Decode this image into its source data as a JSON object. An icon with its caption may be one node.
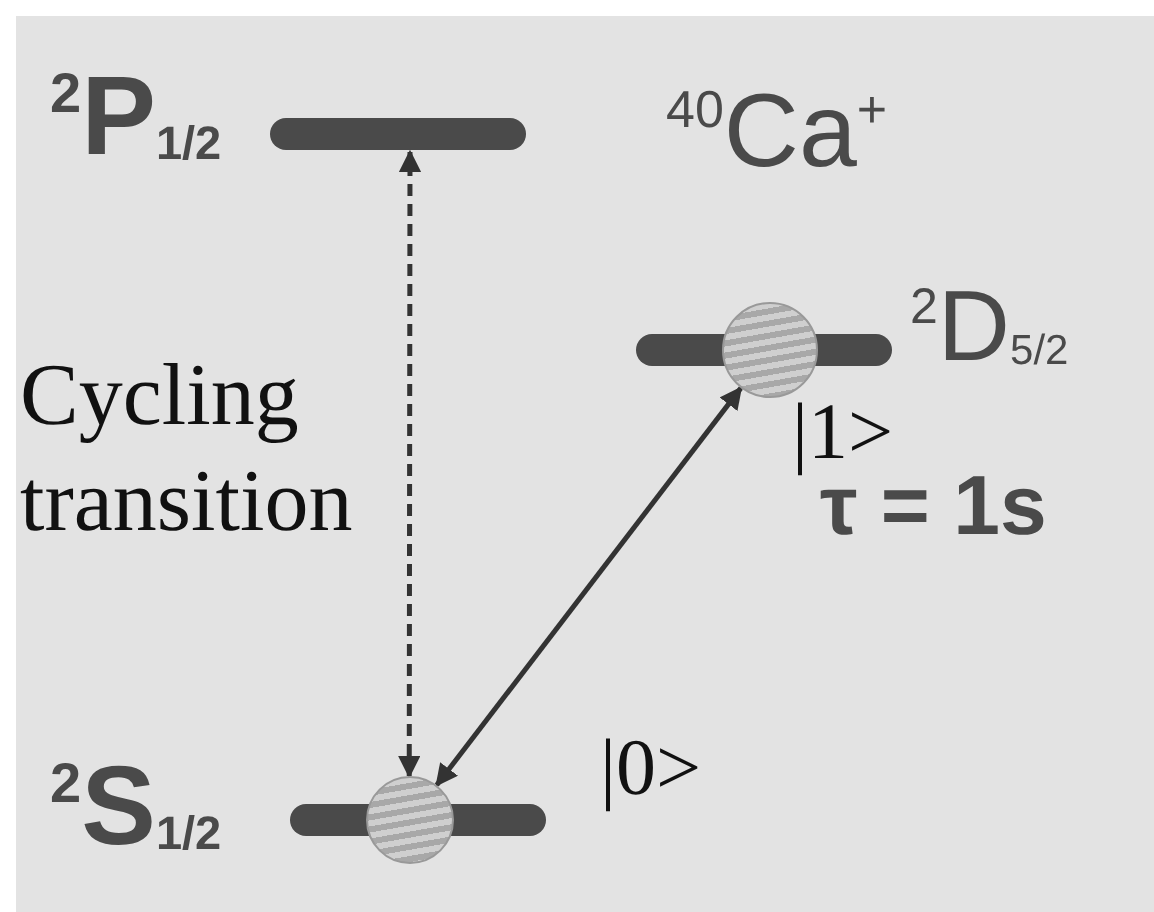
{
  "diagram": {
    "nodes": [
      {
        "text": [
          "$^{2}$P$_{1/2}$"
        ]
      },
      {
        "text": [
          "$^{2}$D$_{5/2}$"
        ],
        "beside": [
          "|1>",
          "τ = 1s"
        ]
      },
      {
        "text": [
          "$^{2}$S$_{1/2}$"
        ],
        "beside": [
          "|0>"
        ]
      }
    ],
    "edges": [
      {
        "from": 2,
        "to": 0,
        "arrow": "both",
        "style": "dashed",
        "label": "Cycling transition"
      },
      {
        "from": 1,
        "to": 2,
        "arrow": "both"
      }
    ],
    "labels": [
      "$^{40}$Ca$^{+}$"
    ]
  }
}
